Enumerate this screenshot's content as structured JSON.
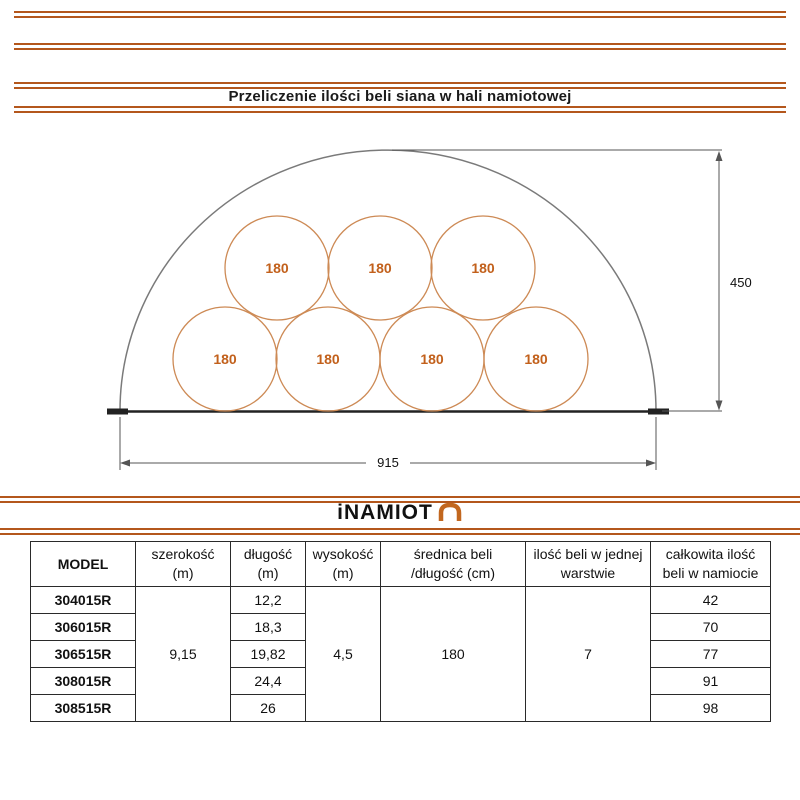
{
  "title": "Przeliczenie ilości beli siana w hali namiotowej",
  "logo": {
    "name": "iNAMIOT"
  },
  "diagram": {
    "bale_label": "180",
    "height_dim": "450",
    "width_dim": "915"
  },
  "colors": {
    "accent": "#b4571c",
    "circle_outline": "#cd8a55",
    "bale_label_text": "#c2601b"
  },
  "table": {
    "headers": [
      {
        "l1": "MODEL",
        "l2": ""
      },
      {
        "l1": "szerokość",
        "l2": "(m)"
      },
      {
        "l1": "długość",
        "l2": "(m)"
      },
      {
        "l1": "wysokość",
        "l2": "(m)"
      },
      {
        "l1": "średnica beli",
        "l2": "/długość (cm)"
      },
      {
        "l1": "ilość beli w jednej",
        "l2": "warstwie"
      },
      {
        "l1": "całkowita ilość",
        "l2": "beli w namiocie"
      }
    ],
    "merged": {
      "szerokosc": "9,15",
      "wysokosc": "4,5",
      "srednica": "180",
      "ilosc": "7"
    },
    "rows": [
      {
        "model": "304015R",
        "dlugosc": "12,2",
        "total": "42"
      },
      {
        "model": "306015R",
        "dlugosc": "18,3",
        "total": "70"
      },
      {
        "model": "306515R",
        "dlugosc": "19,82",
        "total": "77"
      },
      {
        "model": "308015R",
        "dlugosc": "24,4",
        "total": "91"
      },
      {
        "model": "308515R",
        "dlugosc": "26",
        "total": "98"
      }
    ]
  }
}
